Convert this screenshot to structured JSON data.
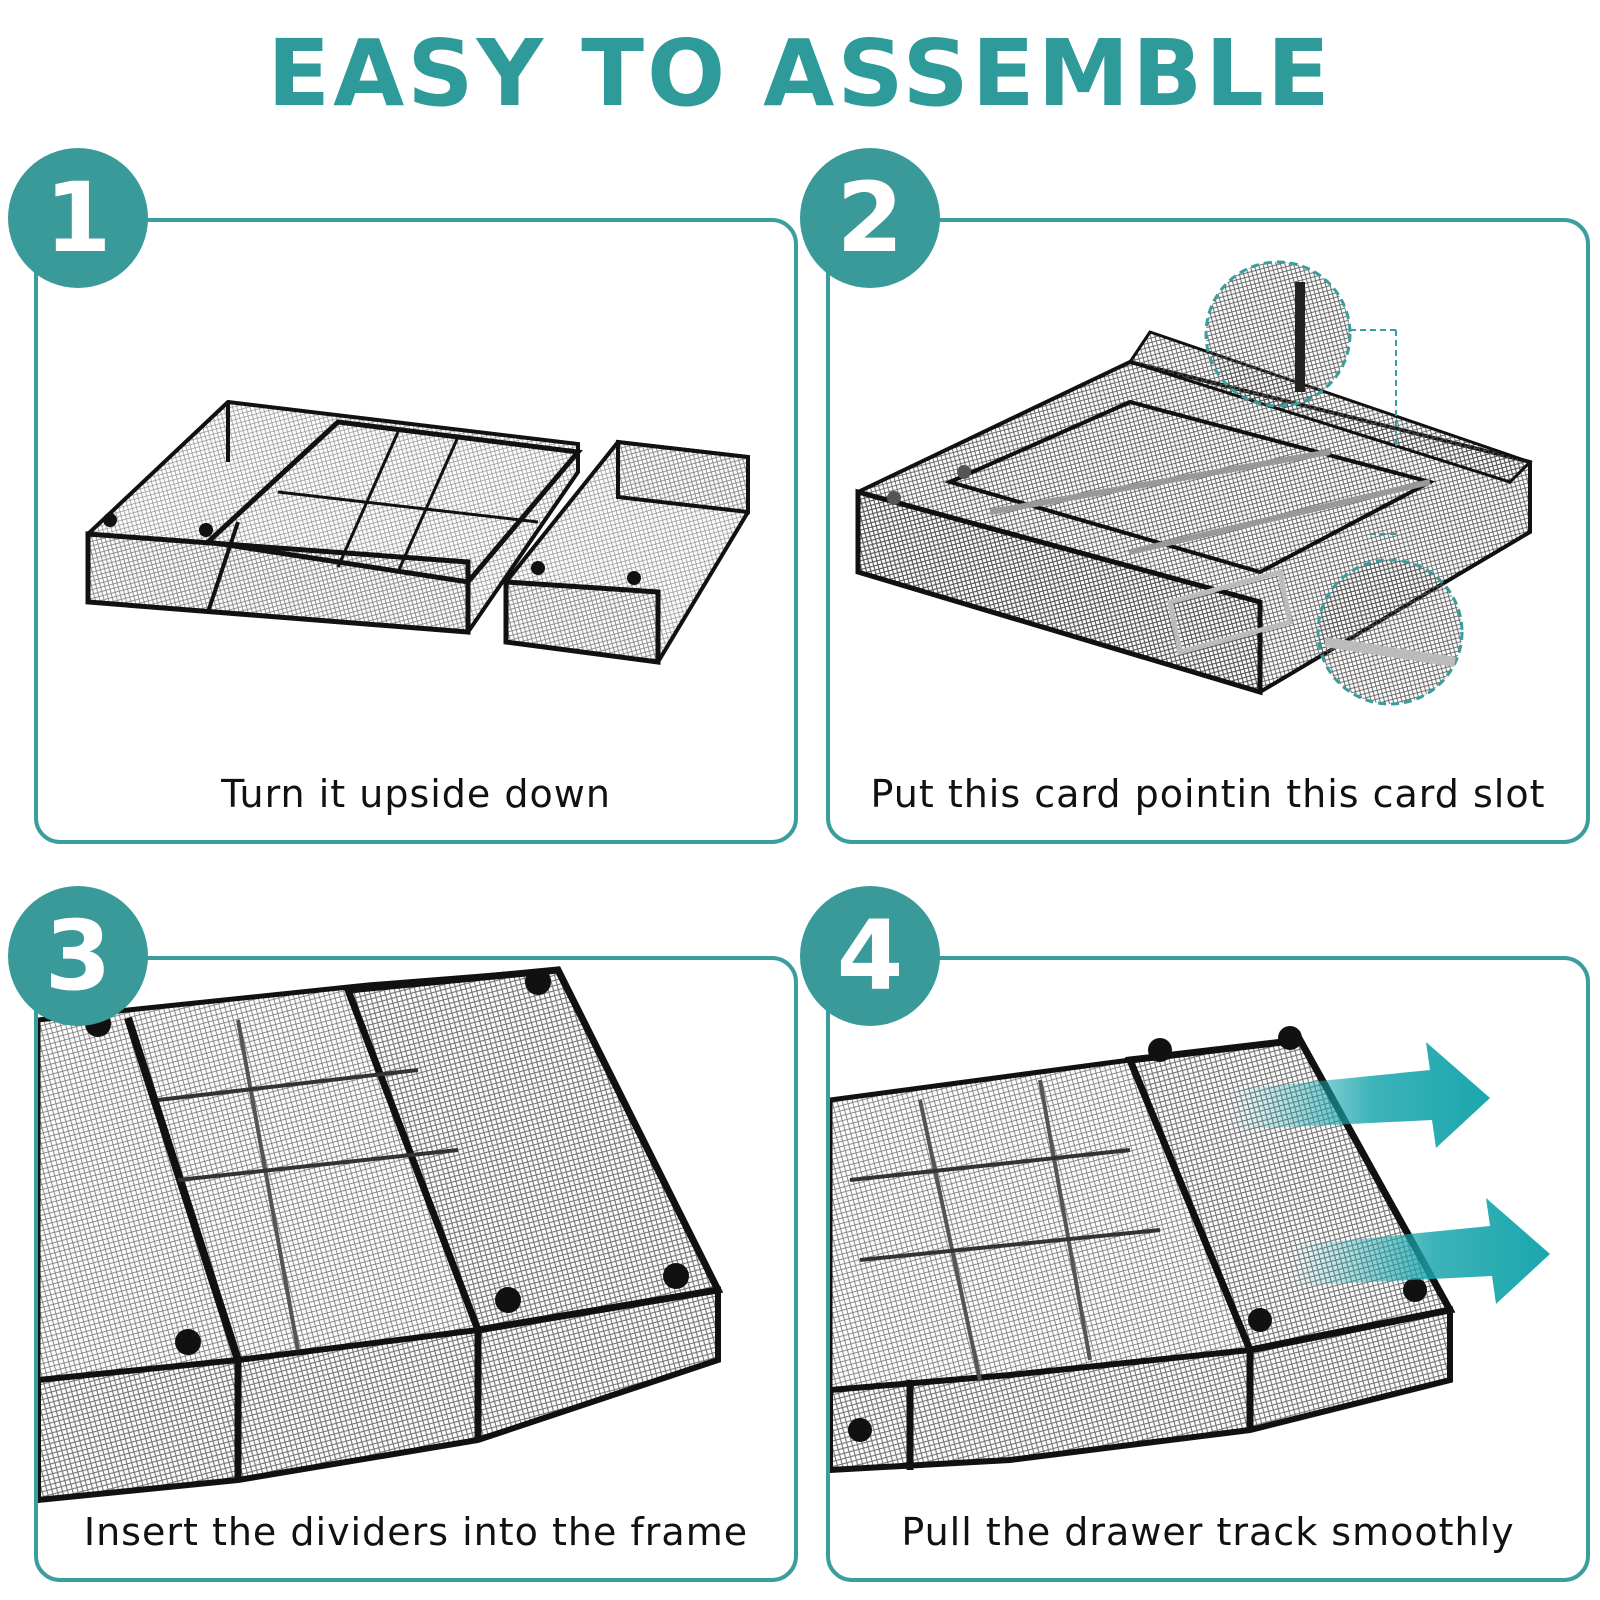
{
  "title": "EASY TO ASSEMBLE",
  "steps": [
    {
      "number": "1",
      "caption": "Turn it upside down"
    },
    {
      "number": "2",
      "caption": "Put this card pointin this card slot"
    },
    {
      "number": "3",
      "caption": "Insert the dividers into the frame"
    },
    {
      "number": "4",
      "caption": "Pull the drawer track smoothly"
    }
  ],
  "colors": {
    "accent": "#3a9e9e",
    "title": "#2f9a9a",
    "arrow": "#1aa6ad",
    "frame": "#111111",
    "mesh": "#9a9a9a"
  }
}
